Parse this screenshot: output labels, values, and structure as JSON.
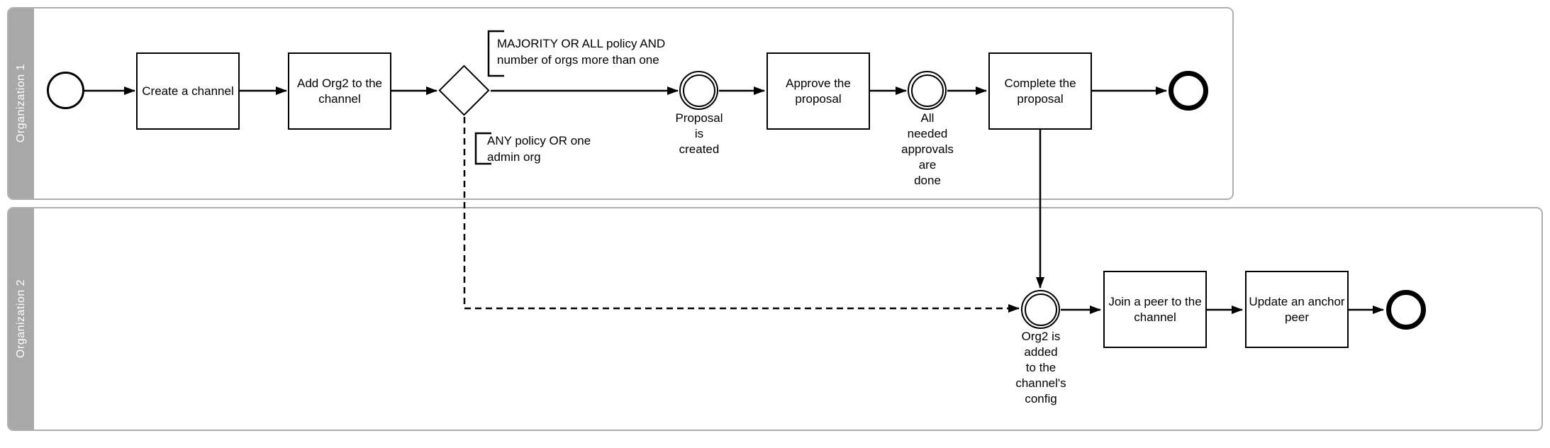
{
  "lanes": [
    {
      "label": "Organization 1"
    },
    {
      "label": "Organization 2"
    }
  ],
  "tasks": {
    "create_channel": "Create a channel",
    "add_org2": "Add Org2 to the\nchannel",
    "approve_proposal": "Approve the\nproposal",
    "complete_proposal": "Complete the\nproposal",
    "join_peer": "Join a peer to the\nchannel",
    "update_anchor": "Update an anchor\npeer"
  },
  "events": {
    "proposal_created": "Proposal\nis\ncreated",
    "approvals_done": "All\nneeded\napprovals\nare\ndone",
    "org2_added": "Org2 is\nadded\nto the\nchannel's\nconfig"
  },
  "annotations": {
    "majority": "MAJORITY OR ALL policy AND\nnumber of orgs more than one",
    "any_policy": "ANY policy OR one\nadmin org"
  },
  "colors": {
    "background": "#ffffff",
    "lane_header": "#a8a8a8",
    "lane_border": "#b0b0b0",
    "lane_label_text": "#ffffff",
    "shape_border": "#000000"
  }
}
